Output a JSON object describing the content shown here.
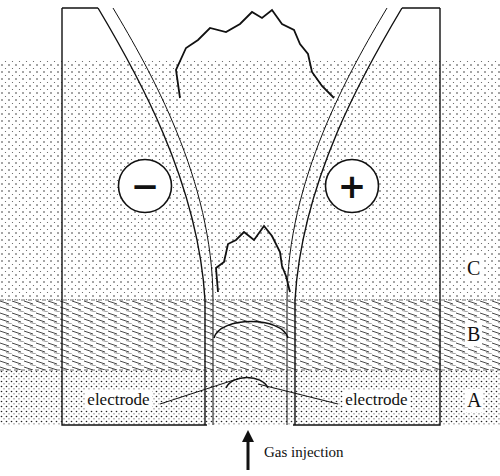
{
  "diagram": {
    "nodes": [
      {
        "text": [
          "−"
        ]
      },
      {
        "text": [
          "+"
        ]
      },
      {
        "text": [
          "electrode"
        ]
      },
      {
        "text": [
          "electrode"
        ]
      }
    ],
    "labels": [
      "C",
      "B",
      "A",
      "Gas injection"
    ]
  }
}
